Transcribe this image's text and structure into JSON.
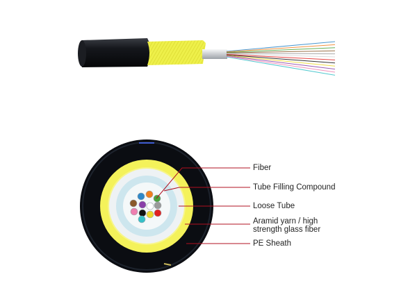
{
  "labels": {
    "fiber": "Fiber",
    "filling": "Tube Filling Compound",
    "loose_tube": "Loose Tube",
    "aramid_line1": "Aramid yarn / high",
    "aramid_line2": "strength glass fiber",
    "sheath": "PE Sheath"
  },
  "colors": {
    "sheath": "#0b0d12",
    "aramid": "#f4f25a",
    "tube_wall": "#eef2f4",
    "filling": "#cde6ee",
    "leader_line": "#b01020",
    "fibers": [
      "#2e88c9",
      "#f07f1f",
      "#4aa33b",
      "#8a5a2b",
      "#9a9a9a",
      "#ffffff",
      "#e02020",
      "#111111",
      "#ecd82a",
      "#8a3fa8",
      "#ee7fb0",
      "#36c0c8"
    ]
  }
}
